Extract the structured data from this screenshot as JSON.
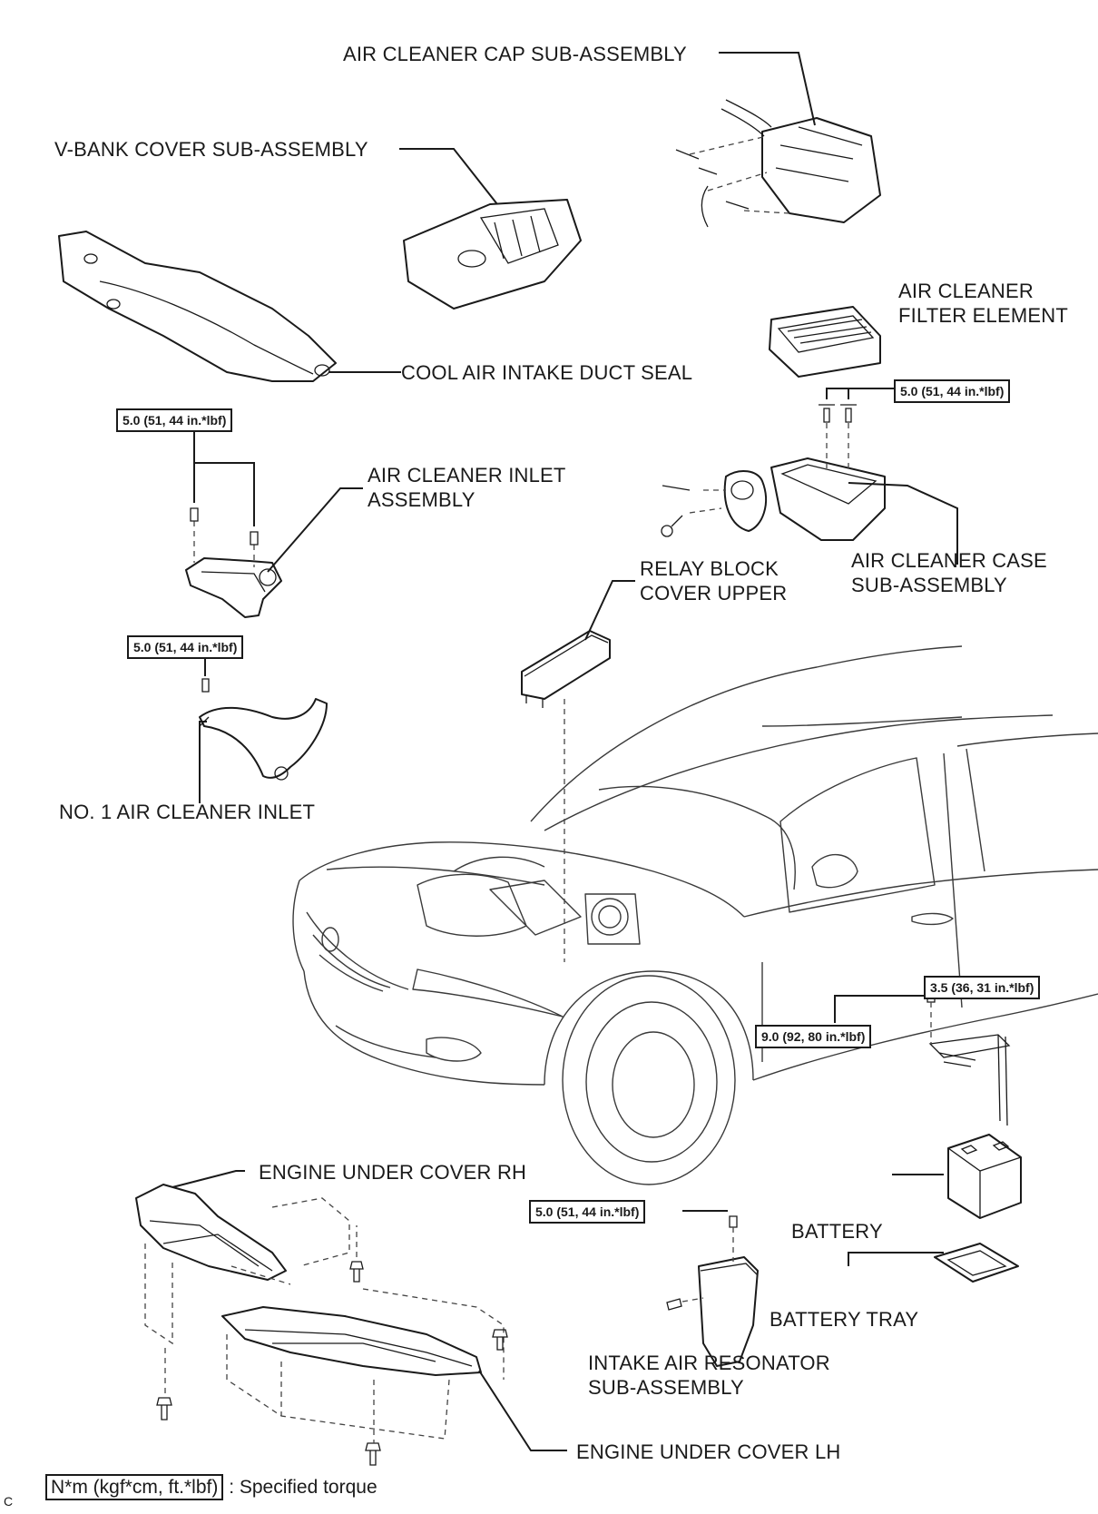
{
  "labels": {
    "air_cleaner_cap": "AIR CLEANER CAP SUB-ASSEMBLY",
    "v_bank_cover": "V-BANK COVER SUB-ASSEMBLY",
    "filter_element_1": "AIR CLEANER",
    "filter_element_2": "FILTER ELEMENT",
    "cool_air_seal": "COOL AIR INTAKE DUCT SEAL",
    "inlet_assembly_1": "AIR CLEANER INLET",
    "inlet_assembly_2": "ASSEMBLY",
    "relay_block_1": "RELAY BLOCK",
    "relay_block_2": "COVER UPPER",
    "case_sub_1": "AIR CLEANER CASE",
    "case_sub_2": "SUB-ASSEMBLY",
    "no1_inlet": "NO. 1 AIR CLEANER INLET",
    "under_cover_rh": "ENGINE UNDER COVER RH",
    "battery": "BATTERY",
    "battery_tray": "BATTERY TRAY",
    "resonator_1": "INTAKE AIR RESONATOR",
    "resonator_2": "SUB-ASSEMBLY",
    "under_cover_lh": "ENGINE UNDER COVER LH"
  },
  "torques": {
    "case_bolts": "5.0 (51, 44 in.*lbf)",
    "inlet_assembly": "5.0 (51, 44 in.*lbf)",
    "no1_inlet": "5.0 (51, 44 in.*lbf)",
    "battery_clamp": "3.5 (36, 31 in.*lbf)",
    "battery_clamp_nut": "9.0 (92, 80 in.*lbf)",
    "resonator": "5.0 (51, 44 in.*lbf)"
  },
  "legend": {
    "unit_box": "N*m (kgf*cm, ft.*lbf)",
    "description": ": Specified torque"
  },
  "figure_code": "C"
}
